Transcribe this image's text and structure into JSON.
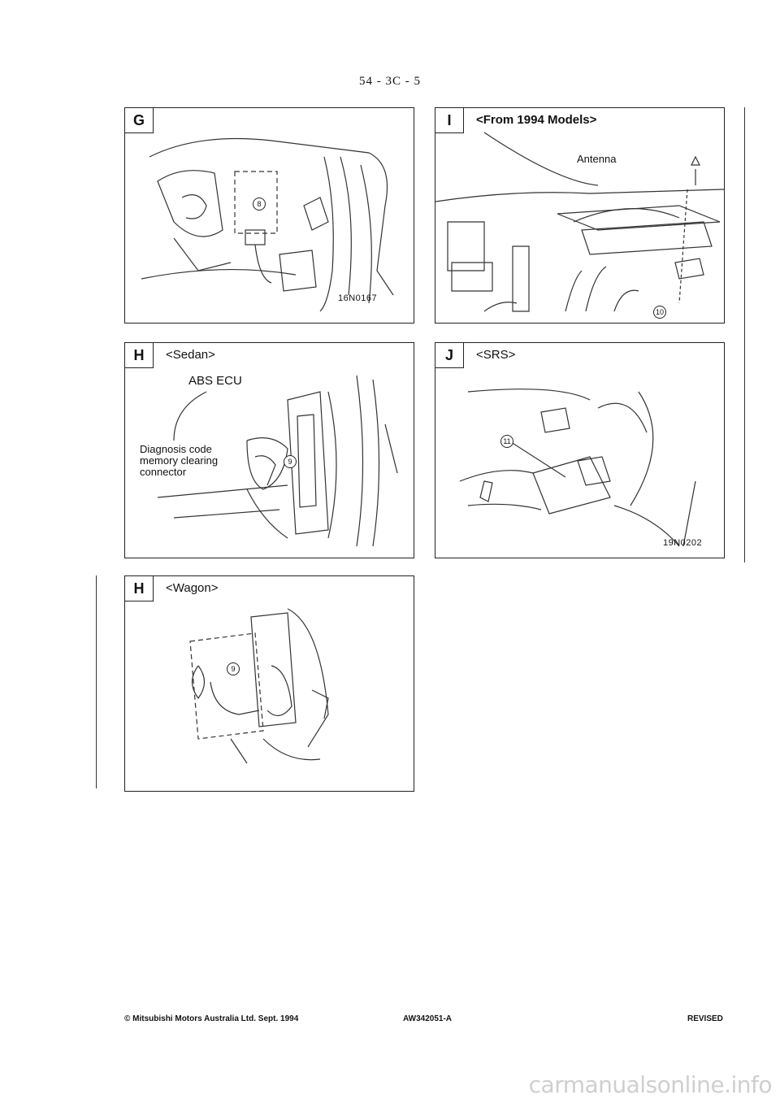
{
  "page": {
    "number": "54 - 3C - 5"
  },
  "panels": [
    {
      "letter": "G",
      "title": "",
      "callout": "8",
      "figure_code": "16N0167"
    },
    {
      "letter": "I",
      "title": "<From 1994 Models>",
      "label": "Antenna",
      "callout": "10",
      "figure_code": ""
    },
    {
      "letter": "H",
      "title": "<Sedan>",
      "label_ecu": "ABS ECU",
      "label_connector": "Diagnosis code\nmemory clearing\nconnector",
      "callout": "9"
    },
    {
      "letter": "J",
      "title": "<SRS>",
      "callout": "11",
      "figure_code": "19N0202"
    },
    {
      "letter": "H",
      "title": "<Wagon>",
      "callout": "9"
    }
  ],
  "footer": {
    "copyright": "© Mitsubishi Motors Australia Ltd. Sept. 1994",
    "doc_code": "AW342051-A",
    "status": "REVISED"
  },
  "watermark": "carmanualsonline.info"
}
